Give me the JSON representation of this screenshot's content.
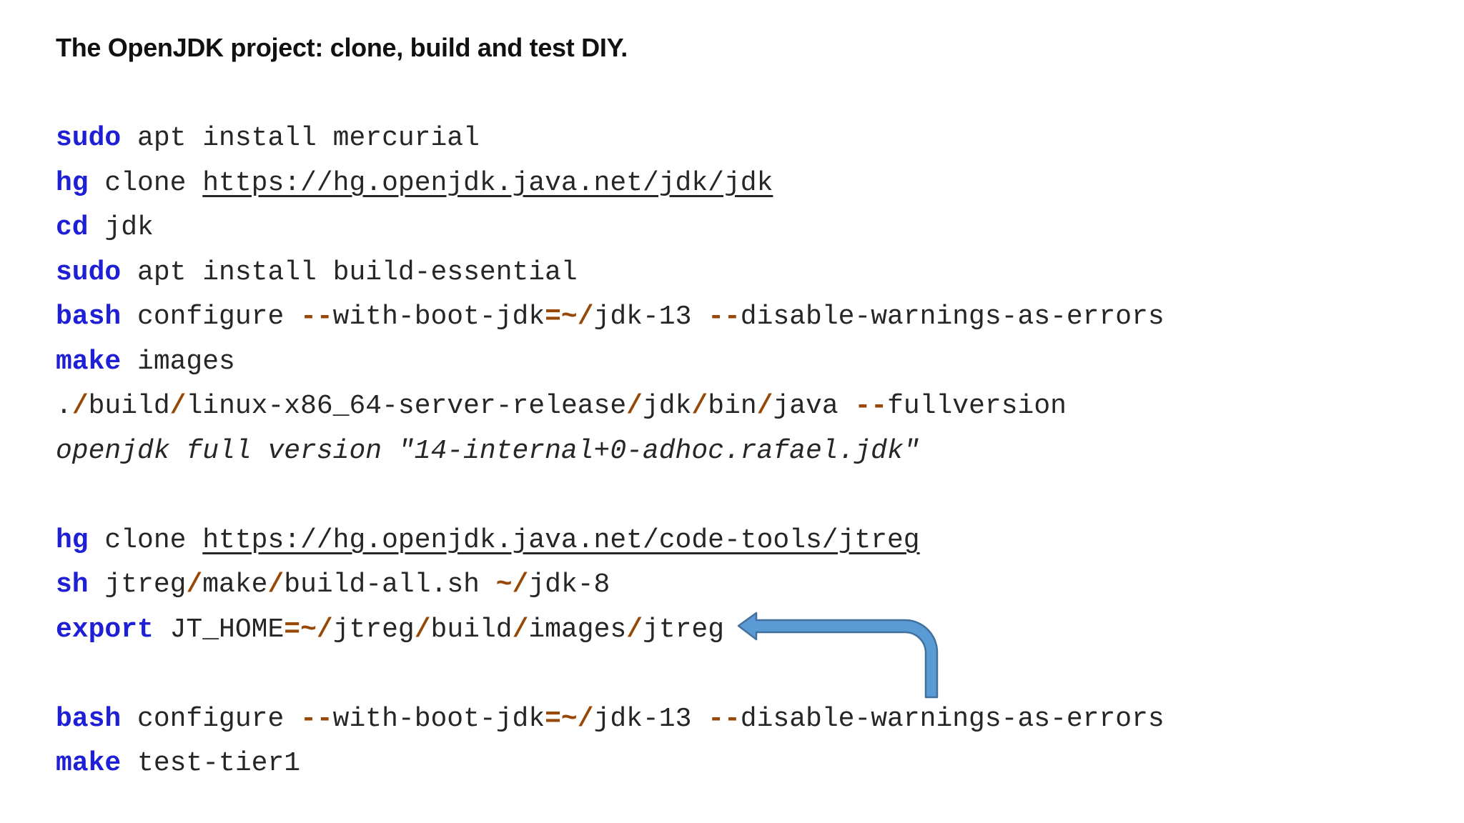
{
  "title": "The OpenJDK project: clone, build and test DIY.",
  "colors": {
    "keyword_blue": "#1f1fd6",
    "operator_brown": "#974806",
    "code_text": "#262626",
    "arrow_fill": "#5B9BD5",
    "arrow_border": "#41719C",
    "background": "#ffffff"
  },
  "arrow": {
    "shape": "bent-elbow-arrow",
    "points_to": "export JT_HOME=~/jtreg/build/images/jtreg"
  },
  "code": {
    "lines": [
      {
        "tokens": [
          {
            "t": "sudo",
            "s": "kw"
          },
          {
            "t": " apt install mercurial",
            "s": "p"
          }
        ]
      },
      {
        "tokens": [
          {
            "t": "hg",
            "s": "kw"
          },
          {
            "t": " clone ",
            "s": "p"
          },
          {
            "t": "https://hg.openjdk.java.net/jdk/jdk",
            "s": "u",
            "n": "url-link"
          }
        ]
      },
      {
        "tokens": [
          {
            "t": "cd",
            "s": "kw"
          },
          {
            "t": " jdk",
            "s": "p"
          }
        ]
      },
      {
        "tokens": [
          {
            "t": "sudo",
            "s": "kw"
          },
          {
            "t": " apt install build-essential",
            "s": "p"
          }
        ]
      },
      {
        "tokens": [
          {
            "t": "bash",
            "s": "kw"
          },
          {
            "t": " configure ",
            "s": "p"
          },
          {
            "t": "--",
            "s": "op"
          },
          {
            "t": "with-boot-jdk",
            "s": "p"
          },
          {
            "t": "=~/",
            "s": "op"
          },
          {
            "t": "jdk-13 ",
            "s": "p"
          },
          {
            "t": "--",
            "s": "op"
          },
          {
            "t": "disable-warnings-as-errors",
            "s": "p"
          }
        ]
      },
      {
        "tokens": [
          {
            "t": "make",
            "s": "kw"
          },
          {
            "t": " images",
            "s": "p"
          }
        ]
      },
      {
        "tokens": [
          {
            "t": ".",
            "s": "p"
          },
          {
            "t": "/",
            "s": "op"
          },
          {
            "t": "build",
            "s": "p"
          },
          {
            "t": "/",
            "s": "op"
          },
          {
            "t": "linux-x86_64-server-release",
            "s": "p"
          },
          {
            "t": "/",
            "s": "op"
          },
          {
            "t": "jdk",
            "s": "p"
          },
          {
            "t": "/",
            "s": "op"
          },
          {
            "t": "bin",
            "s": "p"
          },
          {
            "t": "/",
            "s": "op"
          },
          {
            "t": "java ",
            "s": "p"
          },
          {
            "t": "--",
            "s": "op"
          },
          {
            "t": "fullversion",
            "s": "p"
          }
        ]
      },
      {
        "tokens": [
          {
            "t": "openjdk full version \"14-internal+0-adhoc.rafael.jdk\"",
            "s": "it"
          }
        ]
      },
      {
        "tokens": []
      },
      {
        "tokens": [
          {
            "t": "hg",
            "s": "kw"
          },
          {
            "t": " clone ",
            "s": "p"
          },
          {
            "t": "https://hg.openjdk.java.net/code-tools/jtreg",
            "s": "u",
            "n": "url-link"
          }
        ]
      },
      {
        "tokens": [
          {
            "t": "sh",
            "s": "kw"
          },
          {
            "t": " jtreg",
            "s": "p"
          },
          {
            "t": "/",
            "s": "op"
          },
          {
            "t": "make",
            "s": "p"
          },
          {
            "t": "/",
            "s": "op"
          },
          {
            "t": "build-all.sh ",
            "s": "p"
          },
          {
            "t": "~/",
            "s": "op"
          },
          {
            "t": "jdk-8",
            "s": "p"
          }
        ]
      },
      {
        "tokens": [
          {
            "t": "export",
            "s": "kw"
          },
          {
            "t": " JT_HOME",
            "s": "p"
          },
          {
            "t": "=~/",
            "s": "op"
          },
          {
            "t": "jtreg",
            "s": "p"
          },
          {
            "t": "/",
            "s": "op"
          },
          {
            "t": "build",
            "s": "p"
          },
          {
            "t": "/",
            "s": "op"
          },
          {
            "t": "images",
            "s": "p"
          },
          {
            "t": "/",
            "s": "op"
          },
          {
            "t": "jtreg",
            "s": "p"
          }
        ]
      },
      {
        "tokens": []
      },
      {
        "tokens": [
          {
            "t": "bash",
            "s": "kw"
          },
          {
            "t": " configure ",
            "s": "p"
          },
          {
            "t": "--",
            "s": "op"
          },
          {
            "t": "with-boot-jdk",
            "s": "p"
          },
          {
            "t": "=~/",
            "s": "op"
          },
          {
            "t": "jdk-13 ",
            "s": "p"
          },
          {
            "t": "--",
            "s": "op"
          },
          {
            "t": "disable-warnings-as-errors",
            "s": "p"
          }
        ]
      },
      {
        "tokens": [
          {
            "t": "make",
            "s": "kw"
          },
          {
            "t": " test-tier1",
            "s": "p"
          }
        ]
      }
    ]
  }
}
